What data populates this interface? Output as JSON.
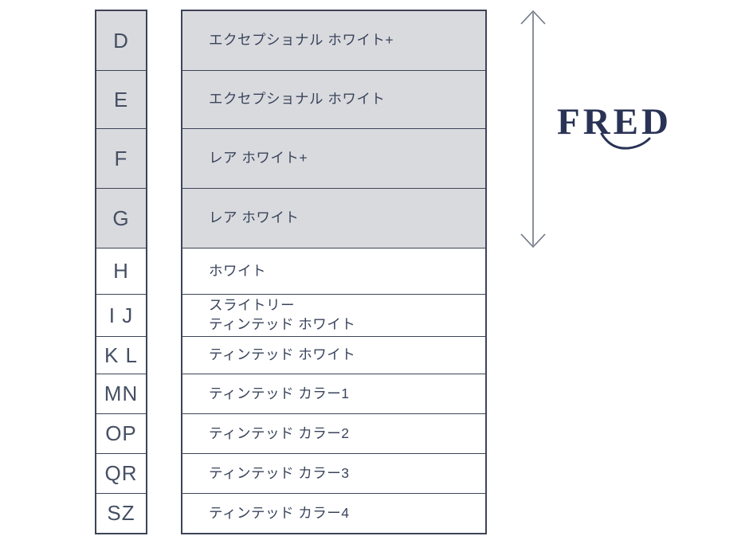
{
  "brand": {
    "logo_text": "FRED"
  },
  "colors": {
    "shaded_row_bg": "#d9dade",
    "border": "#3d4457",
    "text": "#39445b",
    "logo": "#2a3356",
    "arrow": "#6e7584",
    "background": "#ffffff"
  },
  "grades": [
    {
      "letter": "D",
      "label": "エクセプショナル ホワイト+",
      "shaded": true
    },
    {
      "letter": "E",
      "label": "エクセプショナル ホワイト",
      "shaded": true
    },
    {
      "letter": "F",
      "label": "レア ホワイト+",
      "shaded": true
    },
    {
      "letter": "G",
      "label": "レア ホワイト",
      "shaded": true
    },
    {
      "letter": "H",
      "label": "ホワイト",
      "shaded": false
    },
    {
      "letter": "I J",
      "label": "スライトリー\nティンテッド ホワイト",
      "shaded": false
    },
    {
      "letter": "K L",
      "label": "ティンテッド ホワイト",
      "shaded": false
    },
    {
      "letter": "MN",
      "label": "ティンテッド カラー1",
      "shaded": false
    },
    {
      "letter": "OP",
      "label": "ティンテッド カラー2",
      "shaded": false
    },
    {
      "letter": "QR",
      "label": "ティンテッド カラー3",
      "shaded": false
    },
    {
      "letter": "SZ",
      "label": "ティンテッド カラー4",
      "shaded": false
    }
  ],
  "arrow": {
    "meaning": "range of shaded premium grades D to G"
  }
}
